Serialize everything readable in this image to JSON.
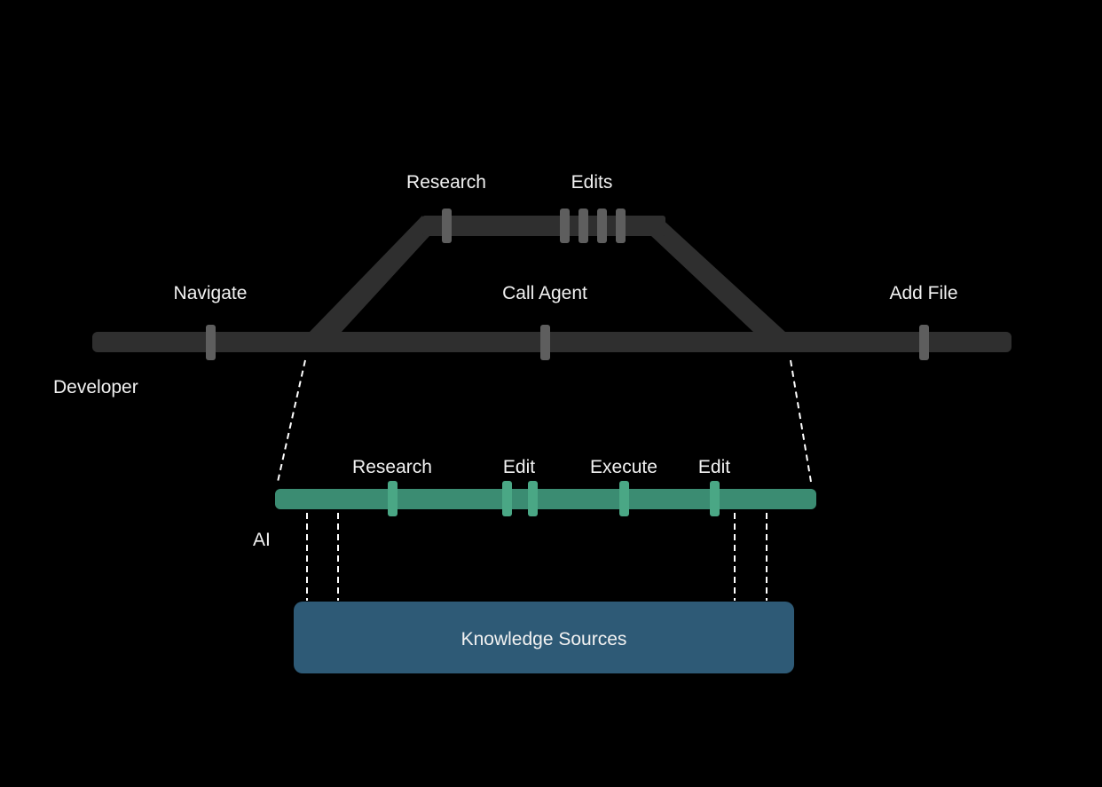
{
  "developer_track": {
    "label": "Developer",
    "events": [
      {
        "label": "Navigate"
      },
      {
        "label": "Call Agent"
      },
      {
        "label": "Add File"
      }
    ]
  },
  "branch_track": {
    "events": [
      {
        "label": "Research"
      },
      {
        "label": "Edits"
      }
    ]
  },
  "ai_track": {
    "label": "AI",
    "events": [
      {
        "label": "Research"
      },
      {
        "label": "Edit"
      },
      {
        "label": "Execute"
      },
      {
        "label": "Edit"
      }
    ]
  },
  "knowledge": {
    "label": "Knowledge Sources"
  },
  "colors": {
    "background": "#000000",
    "track": "#2f2f2f",
    "track_marker": "#5e5e5e",
    "ai_track": "#3b8c72",
    "ai_marker": "#4aa785",
    "knowledge_box": "#2e5a76",
    "text": "#f2f2f2",
    "dashed_line": "#ffffff"
  }
}
